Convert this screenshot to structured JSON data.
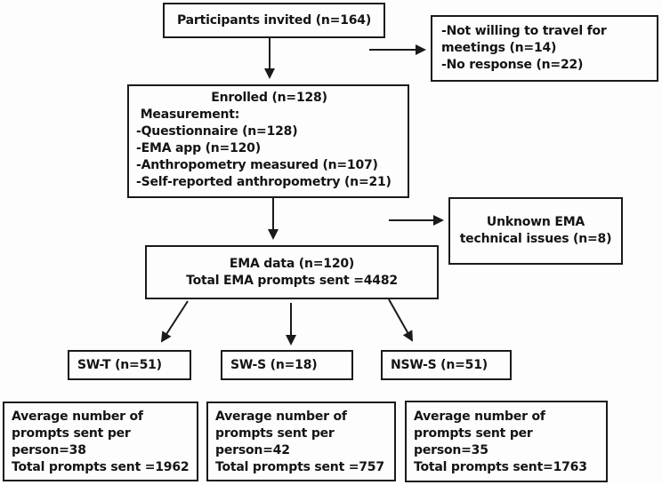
{
  "diagram": {
    "colors": {
      "line": "#1a1a1a",
      "text": "#141414",
      "background": "#ffffff"
    },
    "nodes": {
      "invited": {
        "label": "Participants invited (n=164)"
      },
      "exclusions": {
        "lines": [
          "-Not willing to travel for",
          "meetings (n=14)",
          "-No response (n=22)"
        ]
      },
      "enrolled": {
        "title": "Enrolled (n=128)",
        "lines": [
          " Measurement:",
          "-Questionnaire (n=128)",
          "-EMA app (n=120)",
          "-Anthropometry measured (n=107)",
          "-Self-reported anthropometry (n=21)"
        ]
      },
      "technical_issues": {
        "lines": [
          "Unknown EMA",
          "technical issues (n=8)"
        ]
      },
      "ema_data": {
        "lines": [
          "EMA data (n=120)",
          "Total EMA prompts sent =4482"
        ]
      },
      "group_swt": {
        "label": "SW-T (n=51)"
      },
      "group_sws": {
        "label": "SW-S (n=18)"
      },
      "group_nsws": {
        "label": "NSW-S (n=51)"
      },
      "stats_swt": {
        "lines": [
          "Average number of",
          "prompts sent per",
          "person=38",
          "Total prompts sent =1962"
        ]
      },
      "stats_sws": {
        "lines": [
          "Average number of",
          "prompts sent per",
          "person=42",
          "Total prompts sent =757"
        ]
      },
      "stats_nsws": {
        "lines": [
          "Average number of",
          "prompts sent per",
          "person=35",
          "Total prompts sent=1763"
        ]
      }
    },
    "edges": [
      {
        "from": "invited",
        "to": "enrolled"
      },
      {
        "from": "invited",
        "to": "exclusions"
      },
      {
        "from": "enrolled",
        "to": "ema_data"
      },
      {
        "from": "enrolled",
        "to": "technical_issues"
      },
      {
        "from": "ema_data",
        "to": "group_swt"
      },
      {
        "from": "ema_data",
        "to": "group_sws"
      },
      {
        "from": "ema_data",
        "to": "group_nsws"
      }
    ]
  }
}
